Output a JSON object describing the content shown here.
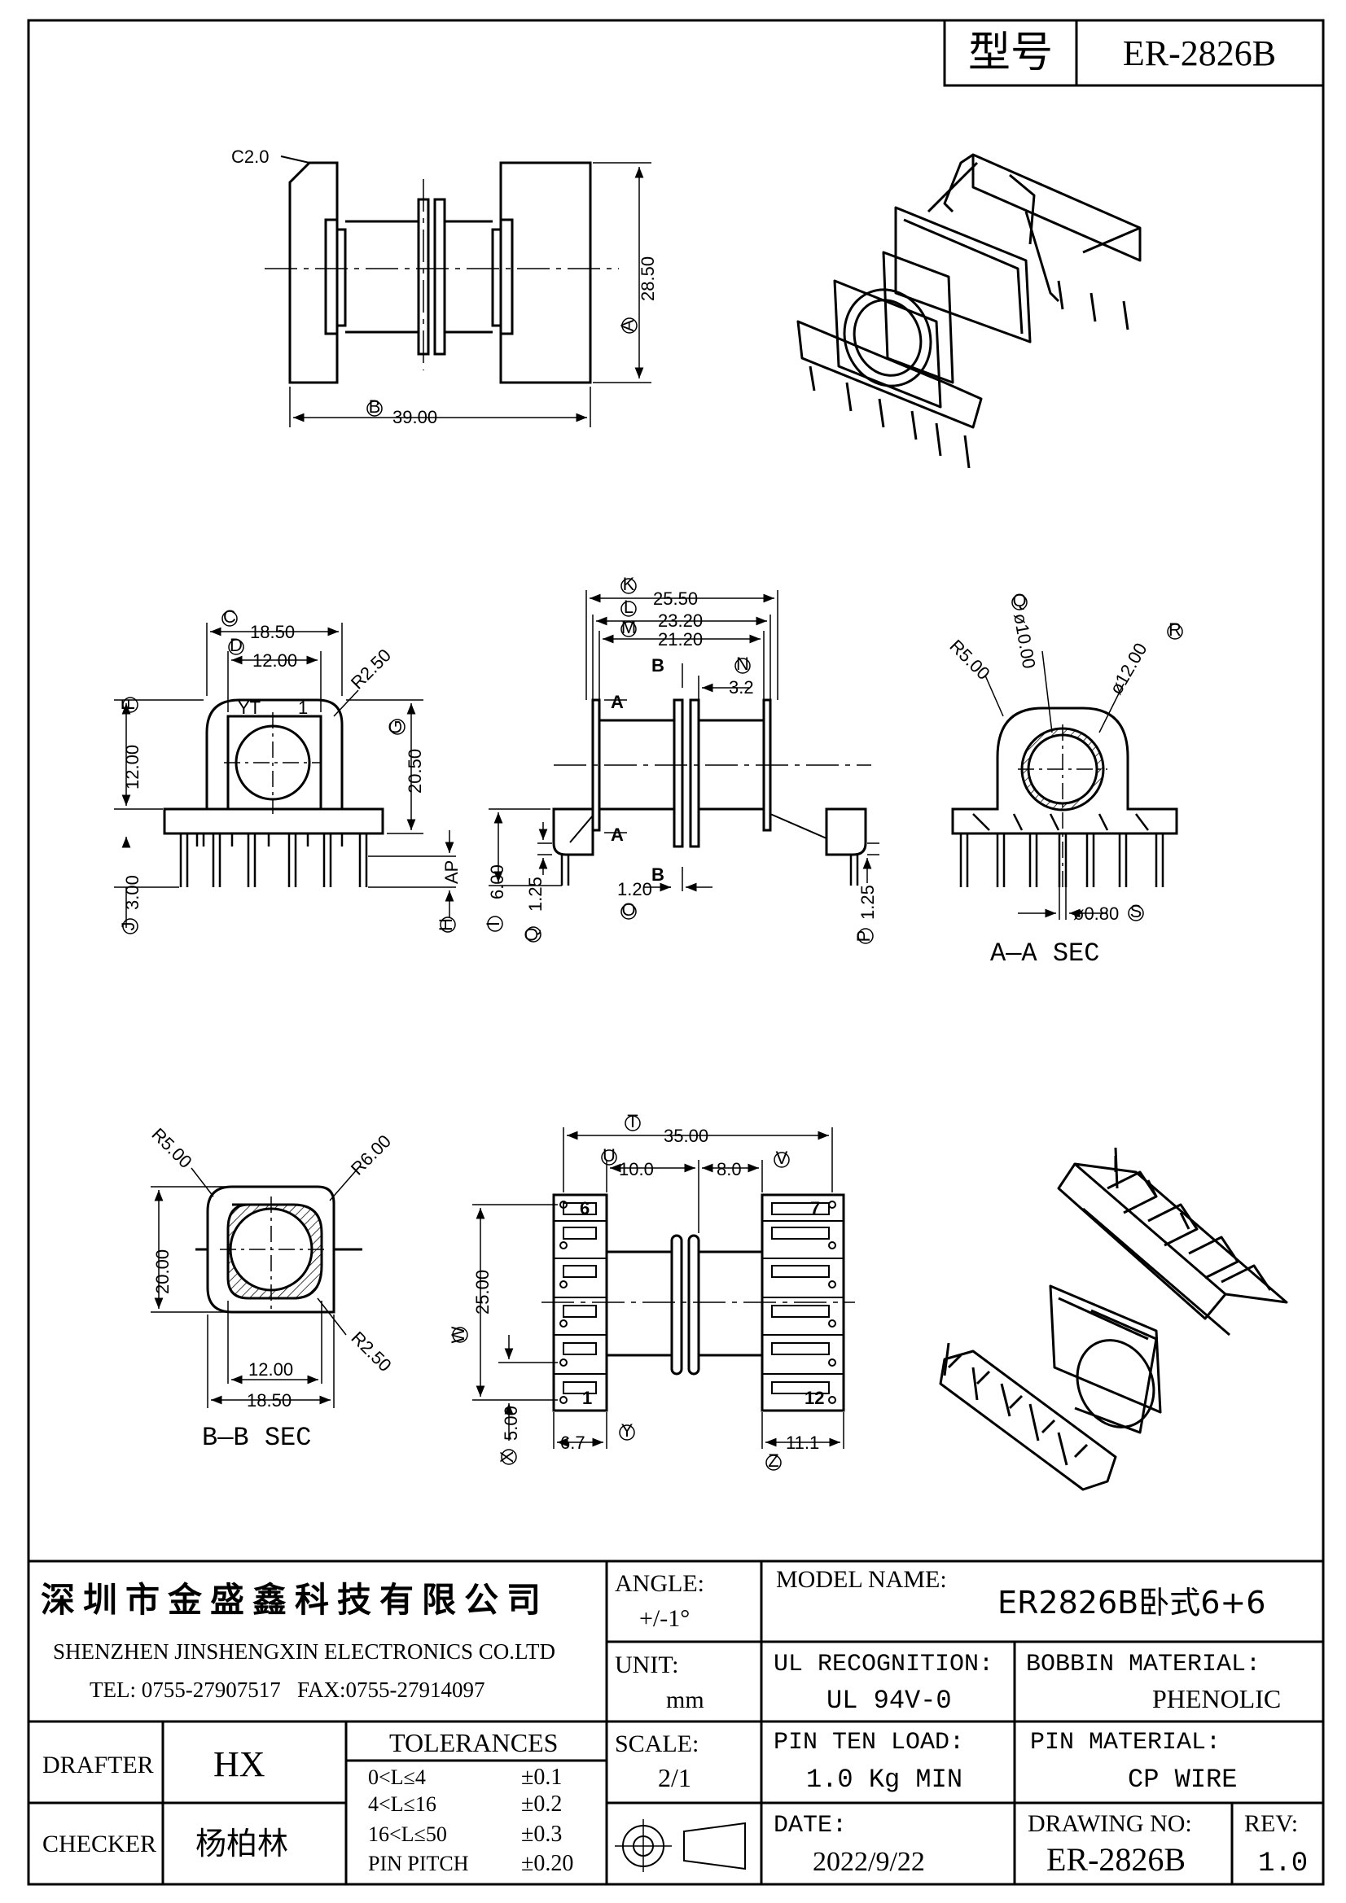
{
  "header": {
    "model_label": "型号",
    "model_value": "ER-2826B"
  },
  "top_view": {
    "chamfer": "C2.0",
    "height_dim": "28.50",
    "height_code": "A",
    "width_dim": "39.00",
    "width_code": "B"
  },
  "front_view": {
    "w1": "18.50",
    "w1_code": "C",
    "w2": "12.00",
    "w2_code": "D",
    "radius": "R2.50",
    "h_left": "12.00",
    "h_left_code": "F",
    "h_right": "20.50",
    "h_right_code": "G",
    "pin_len": "3.00",
    "pin_len_code": "J",
    "ap_label": "AP",
    "ap_code": "H",
    "mark_yt": "YT",
    "mark_1": "1"
  },
  "side_view": {
    "l1": "25.50",
    "l1_code": "K",
    "l2": "23.20",
    "l2_code": "L",
    "l3": "21.20",
    "l3_code": "M",
    "gap": "3.2",
    "gap_code": "N",
    "flange": "1.20",
    "flange_code": "O",
    "base": "6.00",
    "base_code": "I",
    "t_left": "1.25",
    "t_left_code": "Q",
    "t_right": "1.25",
    "t_right_code": "P",
    "sec_a": "A",
    "sec_b": "B"
  },
  "aa_section": {
    "r": "R5.00",
    "d_in": "ø10.00",
    "d_in_code": "Q",
    "d_out": "ø12.00",
    "d_out_code": "R",
    "pin_d": "ø0.80",
    "pin_d_code": "S",
    "caption": "A—A SEC"
  },
  "bb_section": {
    "r1": "R5.00",
    "r2": "R6.00",
    "r3": "R2.50",
    "h": "20.00",
    "w_in": "12.00",
    "w_out": "18.50",
    "caption": "B—B SEC"
  },
  "bottom_view": {
    "len": "35.00",
    "len_code": "T",
    "a": "10.0",
    "a_code": "U",
    "b": "8.0",
    "b_code": "V",
    "pitch_span": "25.00",
    "pitch_code": "W",
    "pin_space": "5.00",
    "pin_space_code": "X",
    "c": "6.7",
    "c_code": "Y",
    "d": "11.1",
    "d_code": "Z",
    "pin_6": "6",
    "pin_7": "7",
    "pin_1": "1",
    "pin_12": "12"
  },
  "title_block": {
    "company_cn": "深圳市金盛鑫科技有限公司",
    "company_en": "SHENZHEN JINSHENGXIN ELECTRONICS CO.LTD",
    "contact": "TEL: 0755-27907517   FAX:0755-27914097",
    "angle_label": "ANGLE:",
    "angle_value": "+/-1°",
    "model_name_label": "MODEL NAME:",
    "model_name_value": "ER2826B卧式6+6",
    "unit_label": "UNIT:",
    "unit_value": "mm",
    "ul_label": "UL RECOGNITION:",
    "ul_value": "UL 94V-0",
    "bobbin_label": "BOBBIN MATERIAL:",
    "bobbin_value": "PHENOLIC",
    "drafter_label": "DRAFTER",
    "drafter_value": "HX",
    "tolerances_label": "TOLERANCES",
    "tolerances": [
      {
        "range": "0<L≤4",
        "value": "±0.1"
      },
      {
        "range": "4<L≤16",
        "value": "±0.2"
      },
      {
        "range": "16<L≤50",
        "value": "±0.3"
      },
      {
        "range": "PIN PITCH",
        "value": "±0.20"
      }
    ],
    "scale_label": "SCALE:",
    "scale_value": "2/1",
    "pin_load_label": "PIN TEN LOAD:",
    "pin_load_value": "1.0 Kg MIN",
    "pin_mat_label": "PIN MATERIAL:",
    "pin_mat_value": "CP WIRE",
    "checker_label": "CHECKER",
    "checker_value": "杨柏林",
    "date_label": "DATE:",
    "date_value": "2022/9/22",
    "drawing_no_label": "DRAWING NO:",
    "drawing_no_value": "ER-2826B",
    "rev_label": "REV:",
    "rev_value": "1.0"
  }
}
